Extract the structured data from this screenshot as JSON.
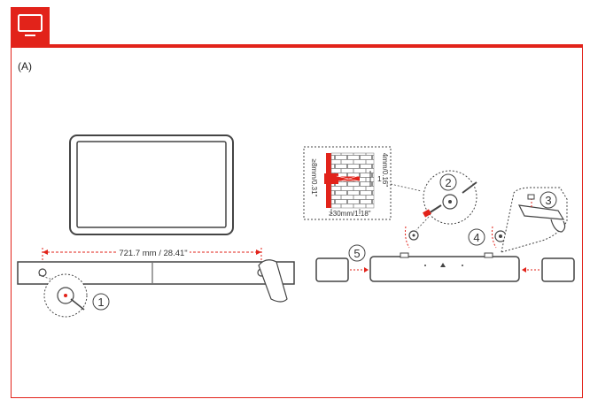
{
  "header": {
    "icon": "tv-icon",
    "accent_color": "#e2231a"
  },
  "section_label": "(A)",
  "measurements": {
    "bracket_distance": "721.7 mm / 28.41\"",
    "screw_clearance": "≥8mm/0.31\"",
    "screw_diameter": "4mm/0.16\"",
    "screw_length": "≥30mm/1.18\"",
    "gap_marker": "1"
  },
  "steps": [
    "1",
    "2",
    "3",
    "4",
    "5"
  ]
}
